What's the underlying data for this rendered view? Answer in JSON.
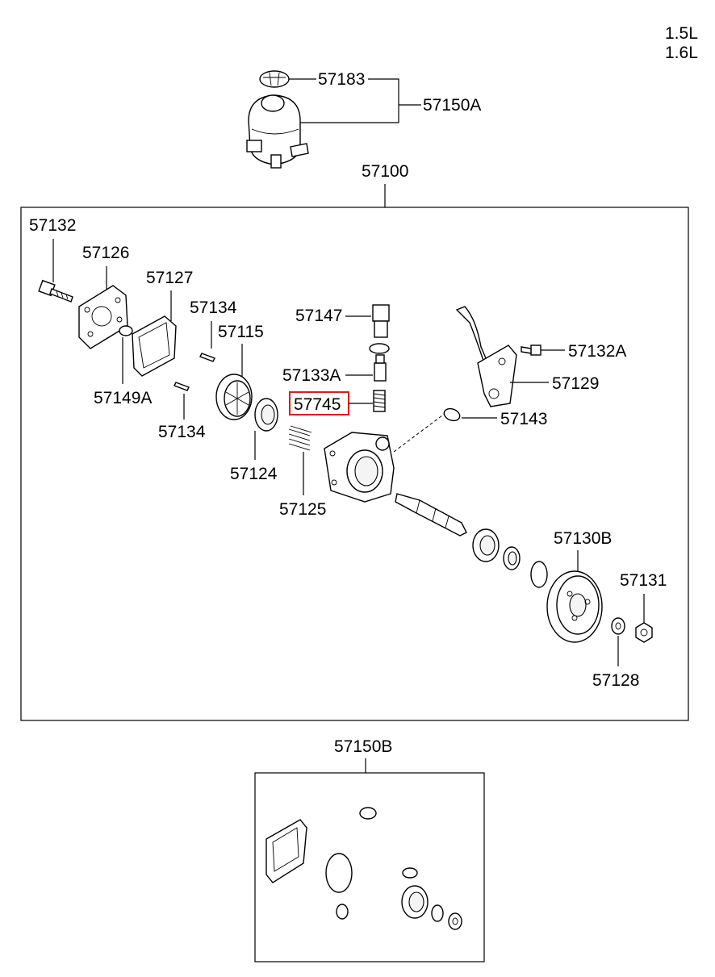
{
  "engine": [
    "1.5L",
    "1.6L"
  ],
  "assemblies": {
    "pump": "57100",
    "reservoir": "57150A",
    "kit": "57150B"
  },
  "parts": {
    "cap": "57183",
    "bolt_left": "57132",
    "cover": "57126",
    "gasket": "57127",
    "pin_top": "57134",
    "rotor": "57115",
    "pin_bottom": "57134",
    "bushing": "57149A",
    "seal": "57124",
    "spring": "57125",
    "connector": "57147",
    "valve": "57133A",
    "valve_spring": "57745",
    "bolt_right": "57132A",
    "bracket": "57129",
    "oring": "57143",
    "pulley": "57130B",
    "nut": "57131",
    "washer": "57128"
  },
  "highlighted_part": "57745"
}
